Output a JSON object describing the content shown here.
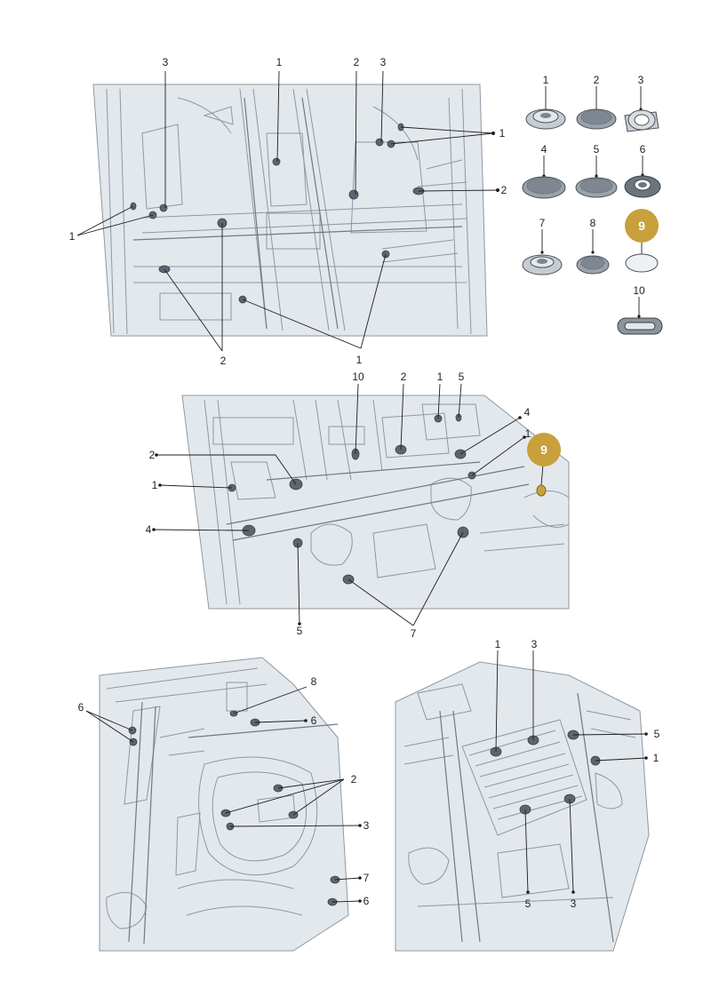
{
  "highlight_color": "#c8a03c",
  "top_view": {
    "labels_top": [
      "3",
      "1",
      "2",
      "3"
    ],
    "labels_left": [
      "1"
    ],
    "labels_right": [
      "1",
      "2"
    ],
    "labels_bottom": [
      "2",
      "1"
    ]
  },
  "parts_legend": {
    "items": [
      {
        "number": "1",
        "shape": "grommet-flat"
      },
      {
        "number": "2",
        "shape": "grommet-textured"
      },
      {
        "number": "3",
        "shape": "tape-roll"
      },
      {
        "number": "4",
        "shape": "grommet-textured-large"
      },
      {
        "number": "5",
        "shape": "grommet-textured"
      },
      {
        "number": "6",
        "shape": "grommet-ring"
      },
      {
        "number": "7",
        "shape": "grommet-flat"
      },
      {
        "number": "8",
        "shape": "grommet-textured-small"
      },
      {
        "number": "9",
        "shape": "round-patch",
        "highlighted": true
      },
      {
        "number": "10",
        "shape": "oval-plug"
      }
    ]
  },
  "middle_view": {
    "labels_top": [
      "10",
      "2",
      "1",
      "5",
      "4",
      "1"
    ],
    "labels_left": [
      "2",
      "1",
      "4"
    ],
    "labels_bottom": [
      "5",
      "7"
    ],
    "callout": "9"
  },
  "bottom_left_view": {
    "labels_left": [
      "6"
    ],
    "labels_right": [
      "8",
      "6",
      "2",
      "3",
      "7",
      "6"
    ]
  },
  "bottom_right_view": {
    "labels_top": [
      "1",
      "3"
    ],
    "labels_right": [
      "5",
      "1"
    ],
    "labels_bottom": [
      "5",
      "3"
    ]
  }
}
